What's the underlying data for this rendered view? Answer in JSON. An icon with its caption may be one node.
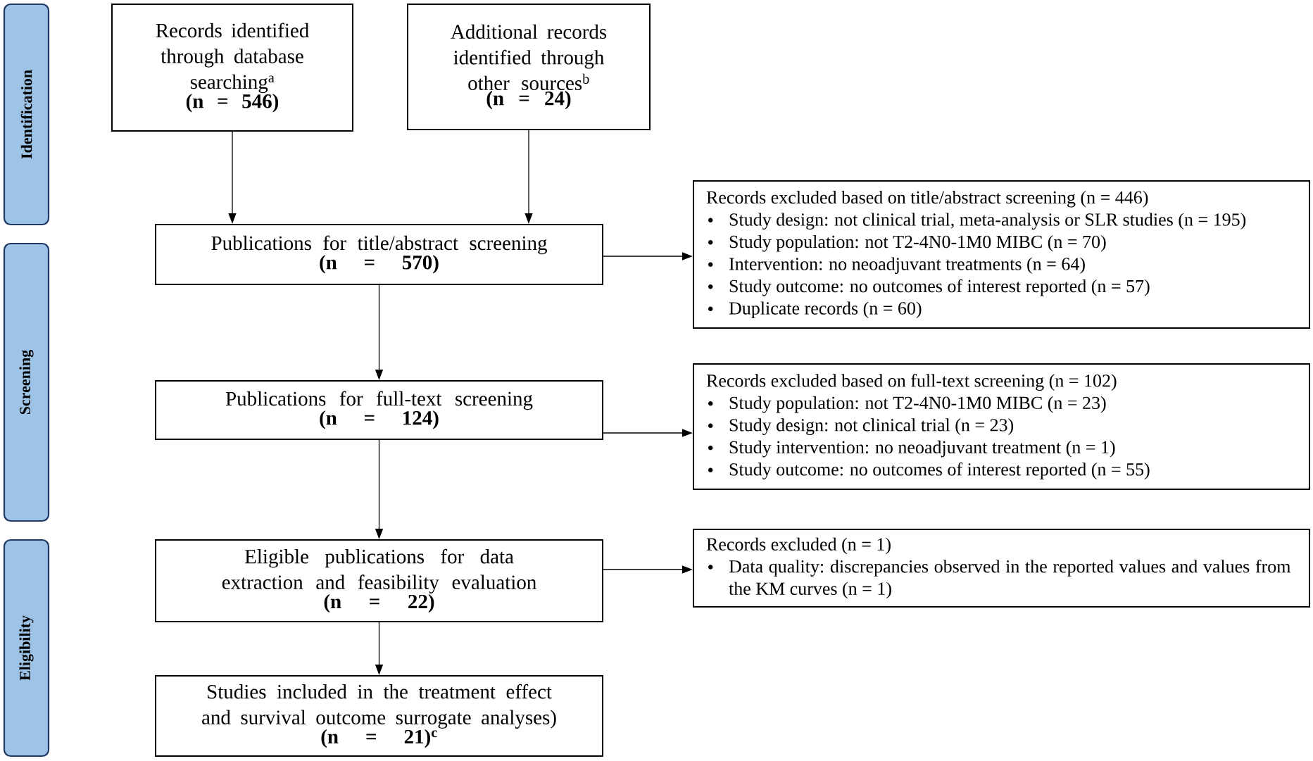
{
  "diagram": {
    "nodes": [
      {
        "text": [
          "Identification"
        ]
      },
      {
        "text": [
          "Screening"
        ]
      },
      {
        "text": [
          "Eligibility"
        ]
      },
      {
        "text": [
          "Records identified through database searching$^{a}$",
          "(n = 546)"
        ]
      },
      {
        "text": [
          "Additional records identified through other sources$^{b}$",
          "(n = 24)"
        ]
      },
      {
        "text": [
          "Publications for title/abstract screening",
          "(n = 570)"
        ]
      },
      {
        "text": [
          "Records excluded based on title/abstract screening (n = 446)",
          "Study design: not clinical trial, meta-analysis or SLR studies (n = 195)",
          "Study population: not T2-4N0-1M0 MIBC (n = 70)",
          "Intervention: no neoadjuvant treatments (n = 64)",
          "Study outcome: no outcomes of interest reported (n = 57)",
          "Duplicate records (n = 60)"
        ]
      },
      {
        "text": [
          "Publications for full-text screening",
          "(n = 124)"
        ]
      },
      {
        "text": [
          "Records excluded based on full-text screening (n = 102)",
          "Study population: not T2-4N0-1M0 MIBC (n = 23)",
          "Study design: not clinical trial (n = 23)",
          "Study intervention: no neoadjuvant treatment (n = 1)",
          "Study outcome: no outcomes of interest reported (n = 55)"
        ]
      },
      {
        "text": [
          "Eligible publications for data extraction and feasibility evaluation",
          "(n = 22)"
        ]
      },
      {
        "text": [
          "Records excluded (n = 1)",
          "Data quality: discrepancies observed in the reported values and values from the KM curves (n = 1)"
        ]
      },
      {
        "text": [
          "Studies included in the treatment effect and survival outcome surrogate analyses)",
          "(n = 21)$^{c}$"
        ]
      }
    ],
    "edges": [
      {
        "from": 3,
        "to": 5,
        "arrow": "to"
      },
      {
        "from": 4,
        "to": 5,
        "arrow": "to"
      },
      {
        "from": 5,
        "to": 7,
        "arrow": "to"
      },
      {
        "from": 5,
        "to": 6,
        "arrow": "to"
      },
      {
        "from": 7,
        "to": 9,
        "arrow": "to"
      },
      {
        "from": 7,
        "to": 8,
        "arrow": "to"
      },
      {
        "from": 9,
        "to": 11,
        "arrow": "to"
      },
      {
        "from": 9,
        "to": 10,
        "arrow": "to"
      }
    ]
  }
}
